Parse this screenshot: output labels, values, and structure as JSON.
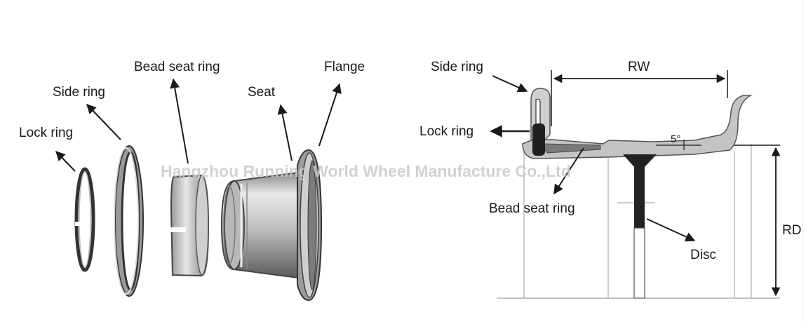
{
  "left_diagram": {
    "labels": {
      "lock_ring": "Lock ring",
      "side_ring": "Side ring",
      "bead_seat_ring": "Bead seat ring",
      "seat": "Seat",
      "flange": "Flange"
    }
  },
  "right_diagram": {
    "labels": {
      "side_ring": "Side ring",
      "lock_ring": "Lock ring",
      "bead_seat_ring": "Bead seat ring",
      "disc": "Disc",
      "rw": "RW",
      "rd": "RD",
      "angle": "5°"
    }
  },
  "watermark": "Hangzhou Running World Wheel Manufacture Co.,Ltd",
  "colors": {
    "ink": "#1a1a1a",
    "metal_light": "#d4d4d4",
    "metal_mid": "#a8a8a8",
    "metal_dark": "#555555",
    "watermark": "#c9c9c9"
  }
}
